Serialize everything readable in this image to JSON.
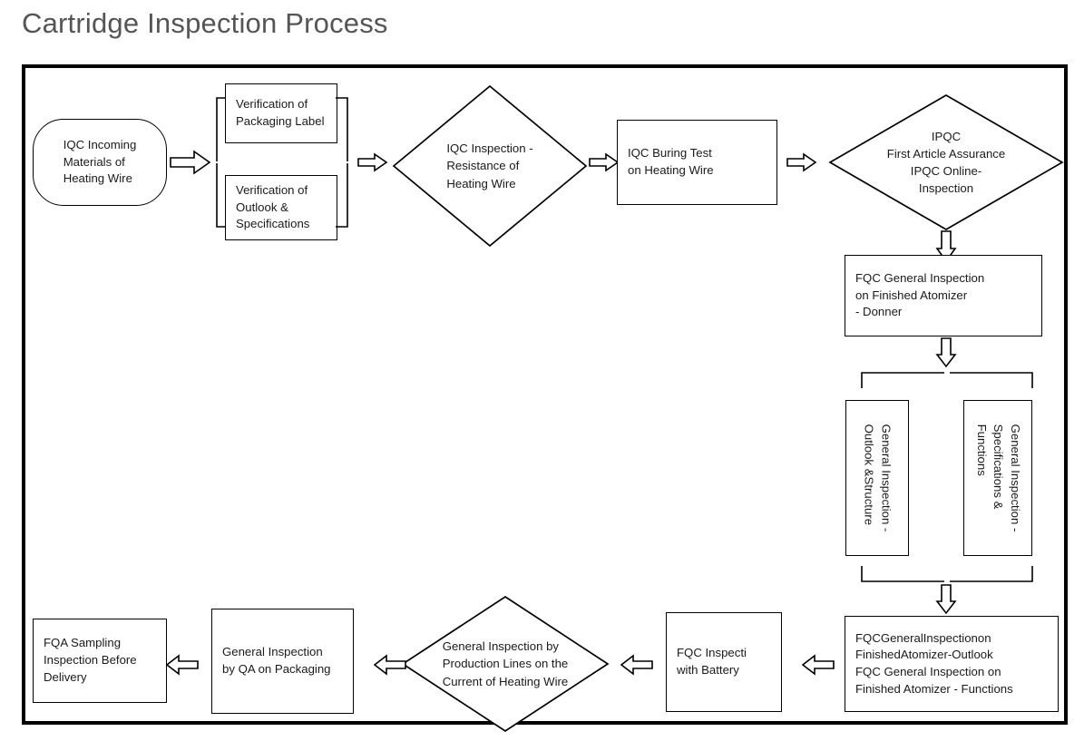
{
  "page": {
    "title": "Cartridge Inspection Process",
    "title_color": "#555555",
    "border_color": "#000000",
    "background": "#ffffff"
  },
  "diagram": {
    "type": "flowchart",
    "orientation": "serpentine-two-rows",
    "nodes": [
      {
        "id": "iqc-incoming",
        "shape": "terminator",
        "label": "IQC Incoming\nMaterials of\nHeating Wire",
        "lines": [
          "IQC Incoming",
          "Materials of",
          "Heating Wire"
        ]
      },
      {
        "id": "verification-packaging-label",
        "shape": "process",
        "label": "Verification of\nPackaging Label",
        "lines": [
          "Verification of",
          "Packaging Label"
        ]
      },
      {
        "id": "verification-outlook-specifications",
        "shape": "process",
        "label": "Verification of\nOutlook &\nSpecifications",
        "lines": [
          "Verification of",
          "Outlook &",
          "Specifications"
        ]
      },
      {
        "id": "iqc-inspection-resistance",
        "shape": "decision",
        "label": "IQC Inspection -\nResistance of\nHeating Wire",
        "lines": [
          "IQC Inspection -",
          "Resistance of",
          "Heating Wire"
        ]
      },
      {
        "id": "iqc-buring-test",
        "shape": "process",
        "label": "IQC Buring Test\non Heating Wire",
        "lines": [
          "IQC Buring Test",
          "on Heating Wire"
        ]
      },
      {
        "id": "ipqc-first-article",
        "shape": "decision",
        "label": "IPQC\nFirst Article Assurance\nIPQC Online-\nInspection",
        "lines": [
          "IPQC",
          "First Article Assurance",
          "IPQC Online-",
          "Inspection"
        ]
      },
      {
        "id": "fqc-general-donner",
        "shape": "process",
        "label": "FQC General Inspection\non Finished Atomizer\n- Donner",
        "lines": [
          "FQC General Inspection",
          "on Finished Atomizer",
          "- Donner"
        ]
      },
      {
        "id": "general-inspection-outlook-structure",
        "shape": "process-vertical",
        "label": "General Inspection -\nOutlook &Structure",
        "lines": [
          "General Inspection -",
          "Outlook &Structure"
        ]
      },
      {
        "id": "general-inspection-specifications-functions",
        "shape": "process-vertical",
        "label": "General Inspection -\nSpecifications &\nFunctions",
        "lines": [
          "General Inspection -",
          "Specifications &",
          "Functions"
        ]
      },
      {
        "id": "fqc-general-outlook-functions",
        "shape": "process",
        "label": "FQCGeneralInspectionon\nFinishedAtomizer-Outlook\nFQC General Inspection on\nFinished Atomizer - Functions",
        "lines": [
          "FQCGeneralInspectionon",
          "FinishedAtomizer-Outlook",
          "FQC General Inspection on",
          "Finished Atomizer - Functions"
        ]
      },
      {
        "id": "fqc-inspection-battery",
        "shape": "process",
        "label": "FQC Inspecti\nwith Battery",
        "lines": [
          "FQC Inspecti",
          "with Battery"
        ]
      },
      {
        "id": "general-inspection-production-lines",
        "shape": "decision",
        "label": "General Inspection by\nProduction Lines on the\nCurrent of Heating Wire",
        "lines": [
          "General Inspection by",
          "Production Lines on the",
          "Current of Heating Wire"
        ]
      },
      {
        "id": "general-inspection-qa-packaging",
        "shape": "process",
        "label": "General Inspection\nby QA on Packaging",
        "lines": [
          "General Inspection",
          "by QA on Packaging"
        ]
      },
      {
        "id": "fqa-sampling-inspection",
        "shape": "process",
        "label": "FQA Sampling\nInspection Before\nDelivery",
        "lines": [
          "FQA Sampling",
          "Inspection Before",
          "Delivery"
        ]
      }
    ],
    "edges": [
      {
        "from": "iqc-incoming",
        "to": "split-brace-1",
        "direction": "right"
      },
      {
        "from": "merge-brace-1",
        "to": "iqc-inspection-resistance",
        "direction": "right"
      },
      {
        "from": "iqc-inspection-resistance",
        "to": "iqc-buring-test",
        "direction": "right"
      },
      {
        "from": "iqc-buring-test",
        "to": "ipqc-first-article",
        "direction": "right"
      },
      {
        "from": "ipqc-first-article",
        "to": "fqc-general-donner",
        "direction": "down"
      },
      {
        "from": "fqc-general-donner",
        "to": "split-brace-2",
        "direction": "down"
      },
      {
        "from": "merge-brace-2",
        "to": "fqc-general-outlook-functions",
        "direction": "down"
      },
      {
        "from": "fqc-general-outlook-functions",
        "to": "fqc-inspection-battery",
        "direction": "left"
      },
      {
        "from": "fqc-inspection-battery",
        "to": "general-inspection-production-lines",
        "direction": "left"
      },
      {
        "from": "general-inspection-production-lines",
        "to": "general-inspection-qa-packaging",
        "direction": "left"
      },
      {
        "from": "general-inspection-qa-packaging",
        "to": "fqa-sampling-inspection",
        "direction": "left"
      }
    ]
  }
}
